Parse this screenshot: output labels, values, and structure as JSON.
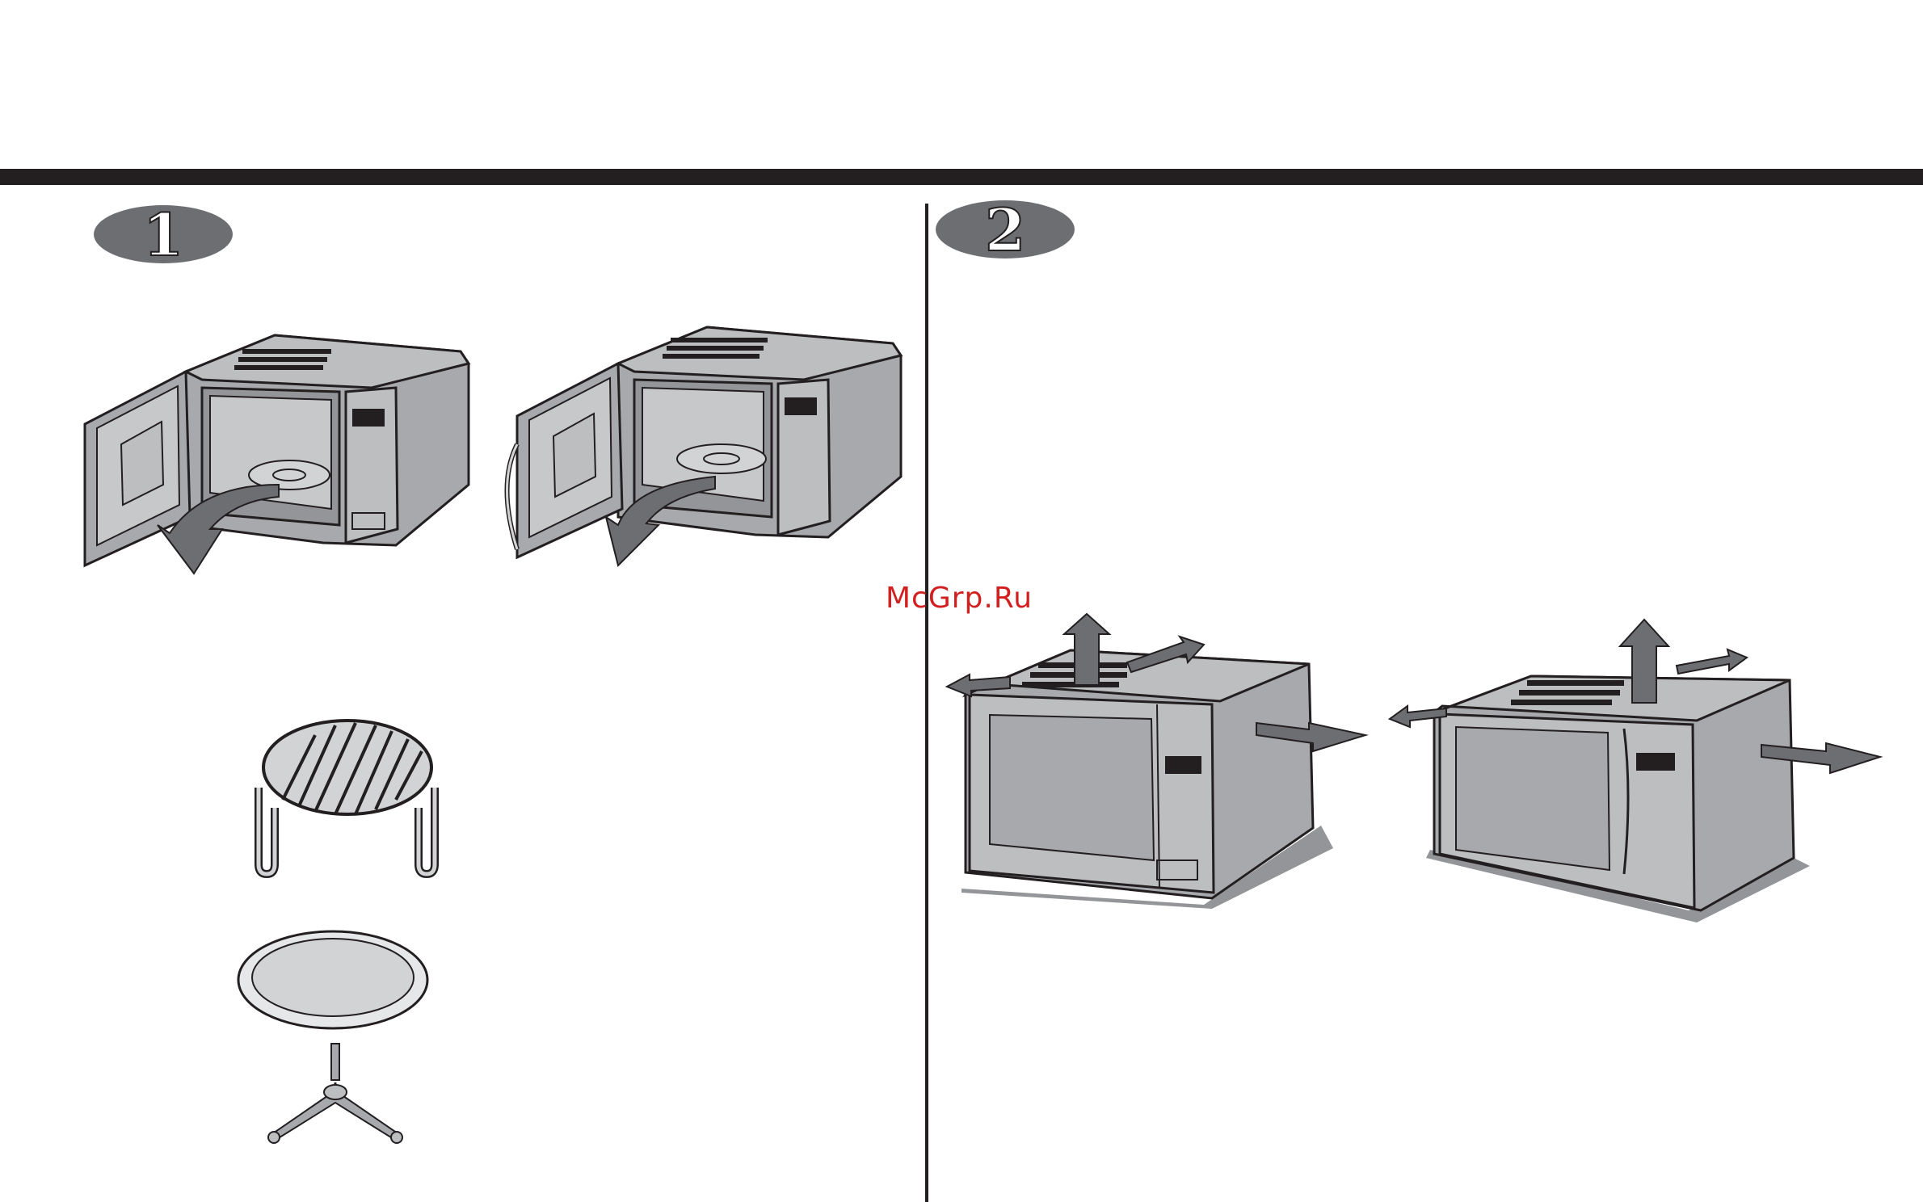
{
  "steps": [
    {
      "number": "1"
    },
    {
      "number": "2"
    }
  ],
  "watermark": "McGrp.Ru"
}
